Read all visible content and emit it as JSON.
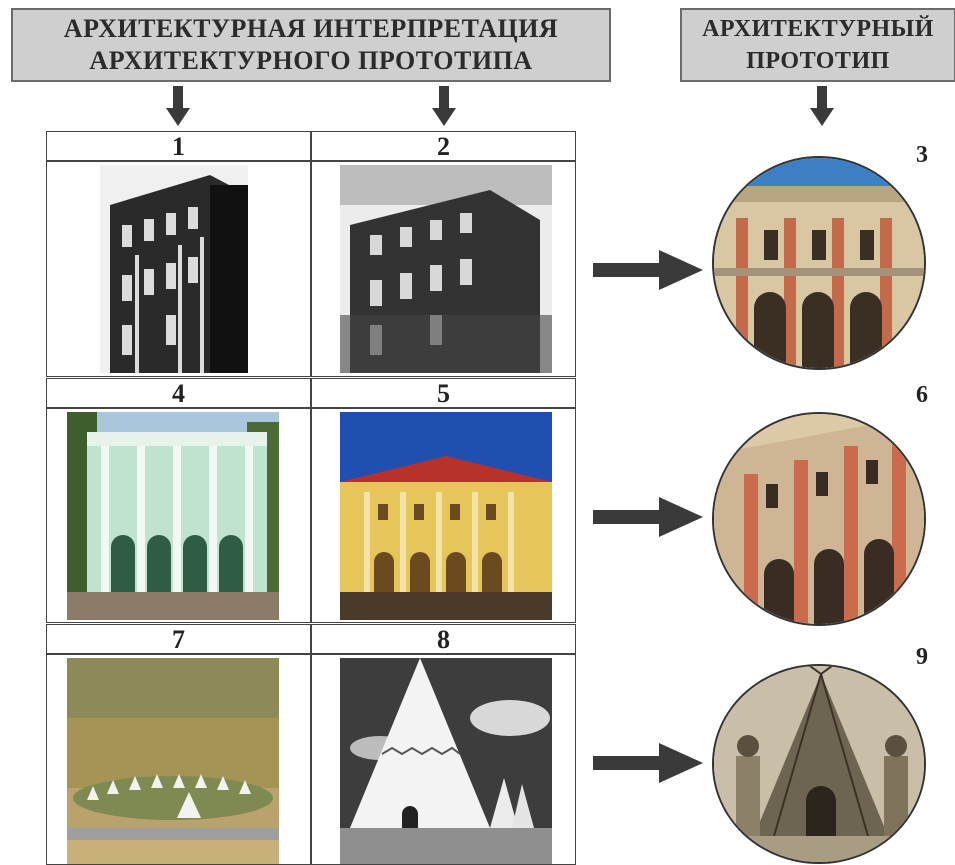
{
  "headers": {
    "left_line1": "АРХИТЕКТУРНАЯ ИНТЕРПРЕТАЦИЯ",
    "left_line2": "АРХИТЕКТУРНОГО ПРОТОТИПА",
    "right_line1": "АРХИТЕКТУРНЫЙ",
    "right_line2": "ПРОТОТИП"
  },
  "grid": [
    {
      "left_label": "1",
      "right_label": "2",
      "prototype_label": "3",
      "left_desc_icon": "bw-engraving-building-icon",
      "right_desc_icon": "bw-engraving-building-icon",
      "prototype_icon": "palazzo-colonnade-icon"
    },
    {
      "left_label": "4",
      "right_label": "5",
      "prototype_label": "6",
      "left_desc_icon": "mint-green-building-icon",
      "right_desc_icon": "yellow-building-icon",
      "prototype_icon": "palazzo-colonnade-icon"
    },
    {
      "left_label": "7",
      "right_label": "8",
      "prototype_label": "9",
      "left_desc_icon": "teepee-village-aerial-icon",
      "right_desc_icon": "white-teepee-icon",
      "prototype_icon": "teepee-photo-icon"
    }
  ],
  "colors": {
    "header_bg": "#cfcfcf",
    "header_border": "#6b6b6b",
    "arrow": "#3a3a3a"
  }
}
